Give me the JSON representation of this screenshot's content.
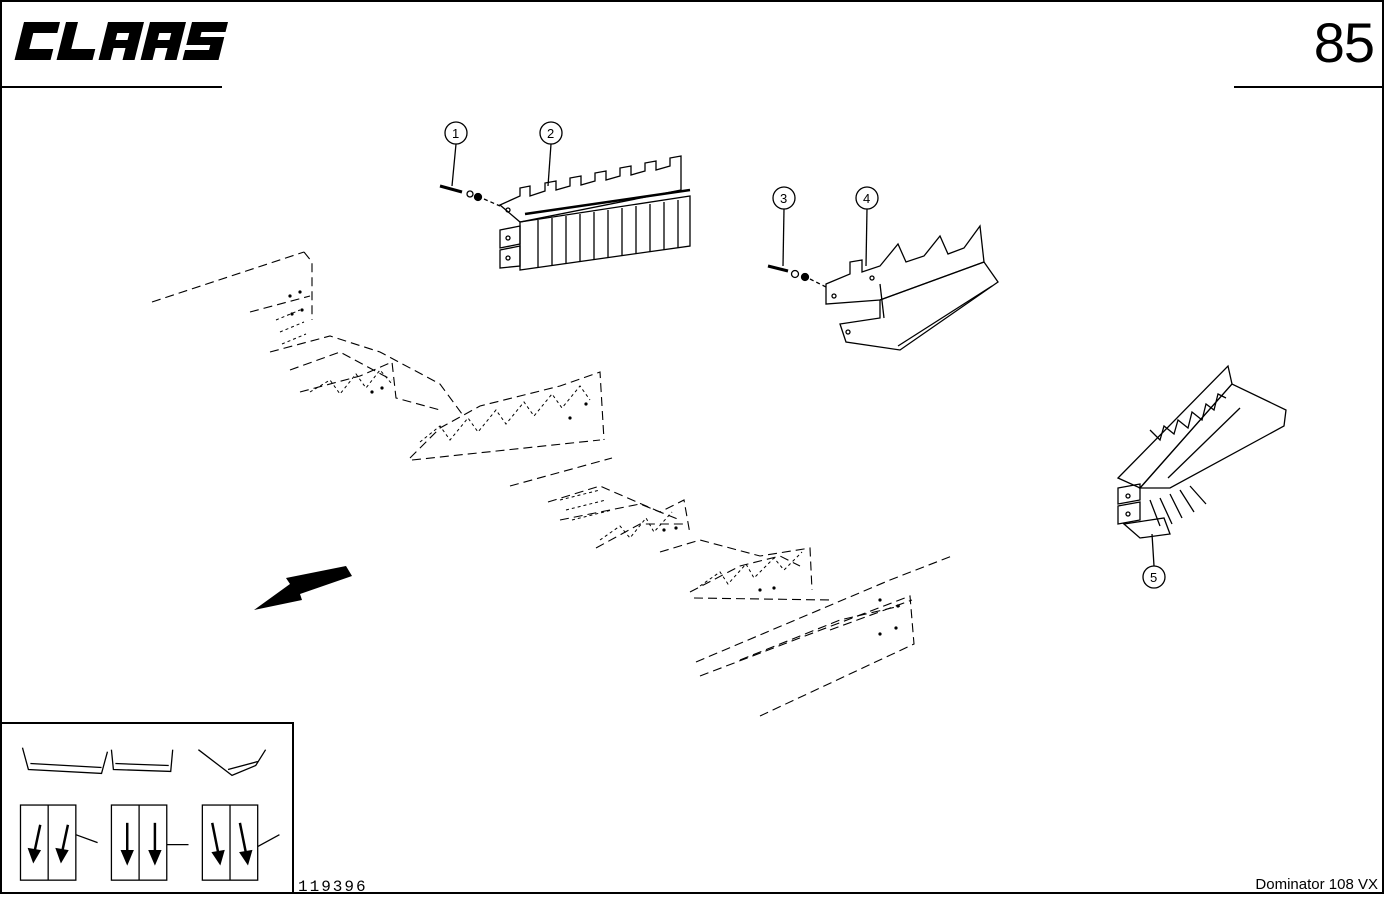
{
  "header": {
    "brand": "CLAAS",
    "page_number": "85"
  },
  "callouts": [
    "1",
    "2",
    "3",
    "4",
    "5"
  ],
  "footer": {
    "document_number": "119396",
    "model": "Dominator 108 VX"
  }
}
